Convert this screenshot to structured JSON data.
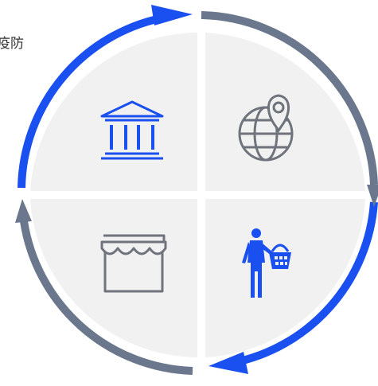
{
  "caption": "疫防",
  "colors": {
    "blue": "#1a4ff0",
    "gray": "#6b778c",
    "panel": "#f1f1f2",
    "icon_gray": "#6f747c"
  },
  "quadrants": [
    {
      "position": "top-left",
      "icon": "government-building-icon",
      "icon_color": "blue"
    },
    {
      "position": "top-right",
      "icon": "globe-location-pin-icon",
      "icon_color": "gray"
    },
    {
      "position": "bottom-left",
      "icon": "storefront-icon",
      "icon_color": "gray"
    },
    {
      "position": "bottom-right",
      "icon": "shopper-with-basket-icon",
      "icon_color": "blue"
    }
  ],
  "cycle_arrows": [
    {
      "from": "left",
      "to": "top",
      "color": "blue"
    },
    {
      "from": "top",
      "to": "right",
      "color": "gray"
    },
    {
      "from": "right",
      "to": "bottom",
      "color": "blue"
    },
    {
      "from": "bottom",
      "to": "left",
      "color": "gray"
    }
  ]
}
